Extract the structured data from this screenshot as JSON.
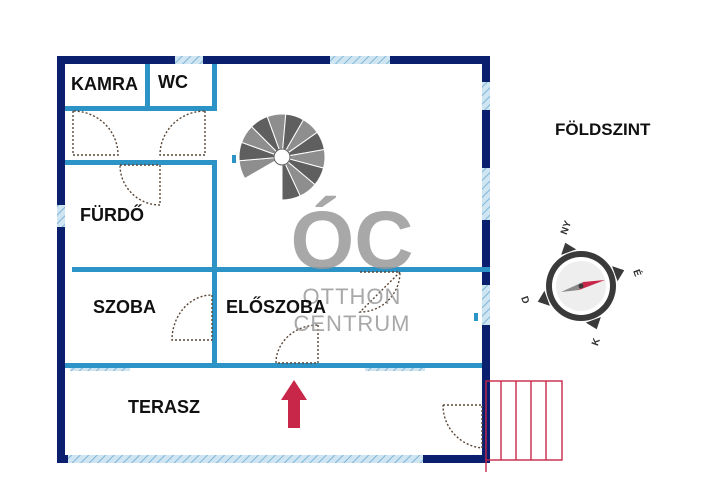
{
  "floor_title": "FÖLDSZINT",
  "rooms": {
    "kamra": "KAMRA",
    "wc": "WC",
    "furdo": "FÜRDŐ",
    "szoba": "SZOBA",
    "eloszoba": "ELŐSZOBA",
    "terasz": "TERASZ"
  },
  "compass": {
    "north": "NY",
    "east": "É",
    "south": "K",
    "west": "D"
  },
  "watermark": {
    "monogram": "ÓC",
    "line1": "OTTHON",
    "line2": "CENTRUM"
  },
  "icons": {
    "entrance": "entrance-arrow-icon",
    "stair": "spiral-staircase-icon",
    "compass": "compass-icon"
  },
  "colors": {
    "outer_wall": "#0a1f6e",
    "inner_wall": "#2b93c6",
    "window": "#a8cfe6",
    "arrow": "#c8274a",
    "steps": "#c8274a",
    "watermark": "#9a9a9a"
  }
}
